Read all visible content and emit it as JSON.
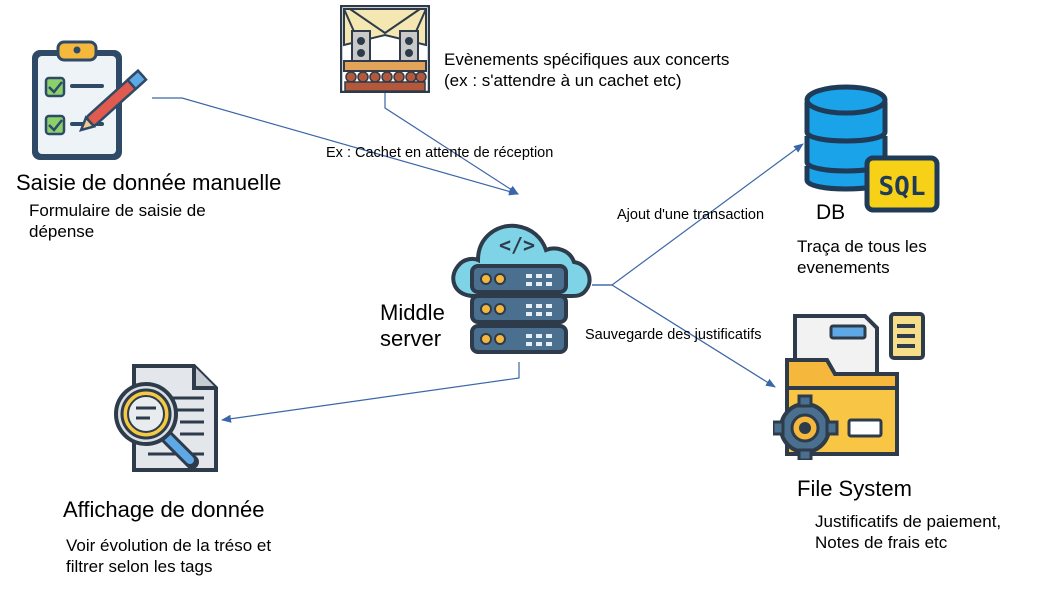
{
  "nodes": {
    "manual_entry": {
      "title": "Saisie de donnée manuelle",
      "desc_line1": "Formulaire de saisie de",
      "desc_line2": "dépense"
    },
    "concerts": {
      "desc_line1": "Evènements spécifiques aux concerts",
      "desc_line2": "(ex : s'attendre à un cachet etc)"
    },
    "middle_server": {
      "title_line1": "Middle",
      "title_line2": "server"
    },
    "db": {
      "title": "DB",
      "desc_line1": "Traça de tous les",
      "desc_line2": "evenements",
      "icon_text": "SQL"
    },
    "file_system": {
      "title": "File System",
      "desc_line1": "Justificatifs de paiement,",
      "desc_line2": "Notes de frais etc"
    },
    "display": {
      "title": "Affichage de donnée",
      "desc_line1": "Voir évolution de la tréso et",
      "desc_line2": "filtrer selon les tags"
    }
  },
  "edges": {
    "concert_label": "Ex : Cachet en attente de réception",
    "db_label": "Ajout d'une transaction",
    "fs_label": "Sauvegarde des justificatifs"
  },
  "colors": {
    "arrow": "#3b67a8",
    "db_blue": "#1aa3e8",
    "db_dark": "#1f3b57",
    "sql_yellow": "#f7d117",
    "cloud": "#7fd3e6",
    "folder": "#f9c545",
    "paper": "#f2f2f2"
  }
}
